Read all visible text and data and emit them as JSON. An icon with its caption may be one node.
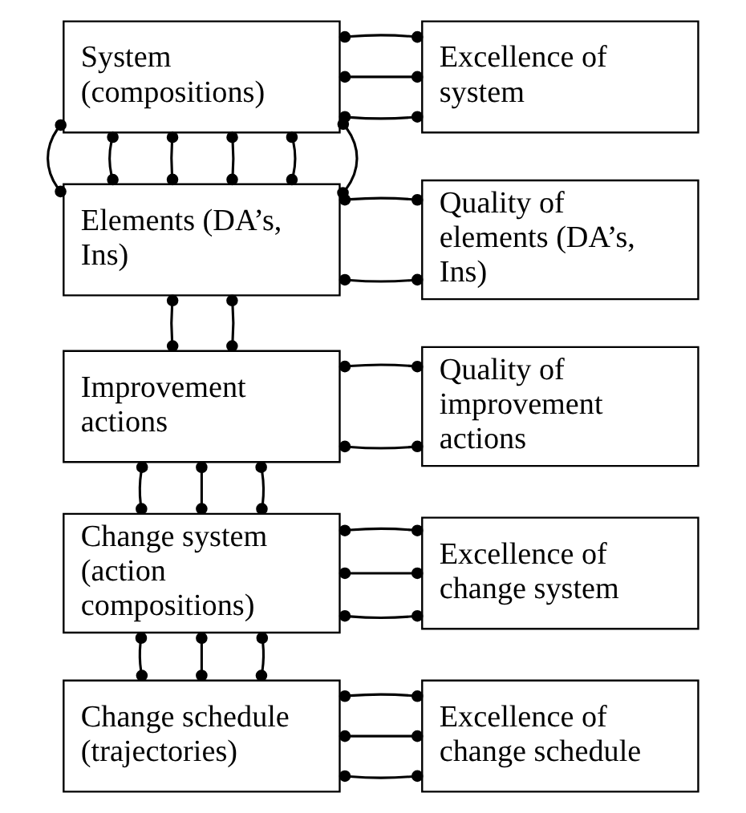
{
  "diagram": {
    "nodes": [
      {
        "text": [
          "System (compositions)"
        ]
      },
      {
        "text": [
          "Excellence of system"
        ]
      },
      {
        "text": [
          "Elements (DA’s, Ins)"
        ]
      },
      {
        "text": [
          "Quality of elements (DA’s, Ins)"
        ]
      },
      {
        "text": [
          "Improvement actions"
        ]
      },
      {
        "text": [
          "Quality of improvement actions"
        ]
      },
      {
        "text": [
          "Change system (action compositions)"
        ]
      },
      {
        "text": [
          "Excellence of change system"
        ]
      },
      {
        "text": [
          "Change schedule (trajectories)"
        ]
      },
      {
        "text": [
          "Excellence of change schedule"
        ]
      }
    ],
    "edges": [
      {
        "from": 0,
        "to": 1,
        "arrow": "other"
      },
      {
        "from": 0,
        "to": 1,
        "arrow": "other"
      },
      {
        "from": 0,
        "to": 1,
        "arrow": "other"
      },
      {
        "from": 0,
        "to": 2,
        "arrow": "other"
      },
      {
        "from": 0,
        "to": 2,
        "arrow": "other"
      },
      {
        "from": 0,
        "to": 2,
        "arrow": "other"
      },
      {
        "from": 0,
        "to": 2,
        "arrow": "other"
      },
      {
        "from": 0,
        "to": 2,
        "arrow": "other"
      },
      {
        "from": 0,
        "to": 2,
        "arrow": "other"
      },
      {
        "from": 2,
        "to": 3,
        "arrow": "other"
      },
      {
        "from": 2,
        "to": 3,
        "arrow": "other"
      },
      {
        "from": 2,
        "to": 4,
        "arrow": "other"
      },
      {
        "from": 2,
        "to": 4,
        "arrow": "other"
      },
      {
        "from": 4,
        "to": 5,
        "arrow": "other"
      },
      {
        "from": 4,
        "to": 5,
        "arrow": "other"
      },
      {
        "from": 4,
        "to": 6,
        "arrow": "other"
      },
      {
        "from": 4,
        "to": 6,
        "arrow": "other"
      },
      {
        "from": 4,
        "to": 6,
        "arrow": "other"
      },
      {
        "from": 6,
        "to": 7,
        "arrow": "other"
      },
      {
        "from": 6,
        "to": 7,
        "arrow": "other"
      },
      {
        "from": 6,
        "to": 7,
        "arrow": "other"
      },
      {
        "from": 6,
        "to": 8,
        "arrow": "other"
      },
      {
        "from": 6,
        "to": 8,
        "arrow": "other"
      },
      {
        "from": 6,
        "to": 8,
        "arrow": "other"
      },
      {
        "from": 8,
        "to": 9,
        "arrow": "other"
      },
      {
        "from": 8,
        "to": 9,
        "arrow": "other"
      },
      {
        "from": 8,
        "to": 9,
        "arrow": "other"
      }
    ]
  }
}
